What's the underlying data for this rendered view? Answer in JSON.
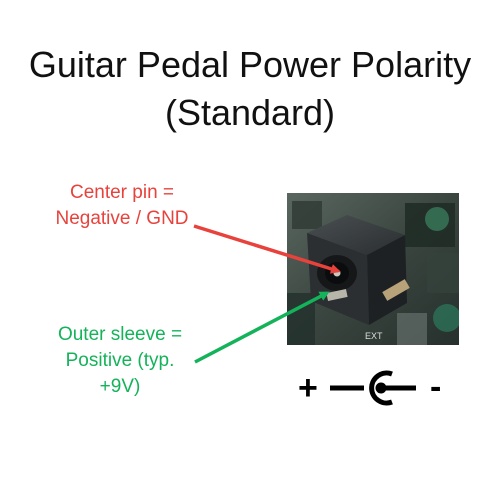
{
  "title": {
    "line1": "Guitar Pedal Power Polarity",
    "line2": "(Standard)"
  },
  "labels": {
    "center_pin": [
      "Center pin =",
      "Negative / GND"
    ],
    "outer_sleeve": [
      "Outer sleeve =",
      "Positive (typ.",
      "+9V)"
    ]
  },
  "photo": {
    "board_marking": "EXT"
  },
  "polarity_symbol": {
    "positive": "+",
    "negative": "-"
  },
  "colors": {
    "negative_label": "#e8423c",
    "positive_label": "#14b35a",
    "title": "#111111",
    "symbol": "#000000"
  }
}
